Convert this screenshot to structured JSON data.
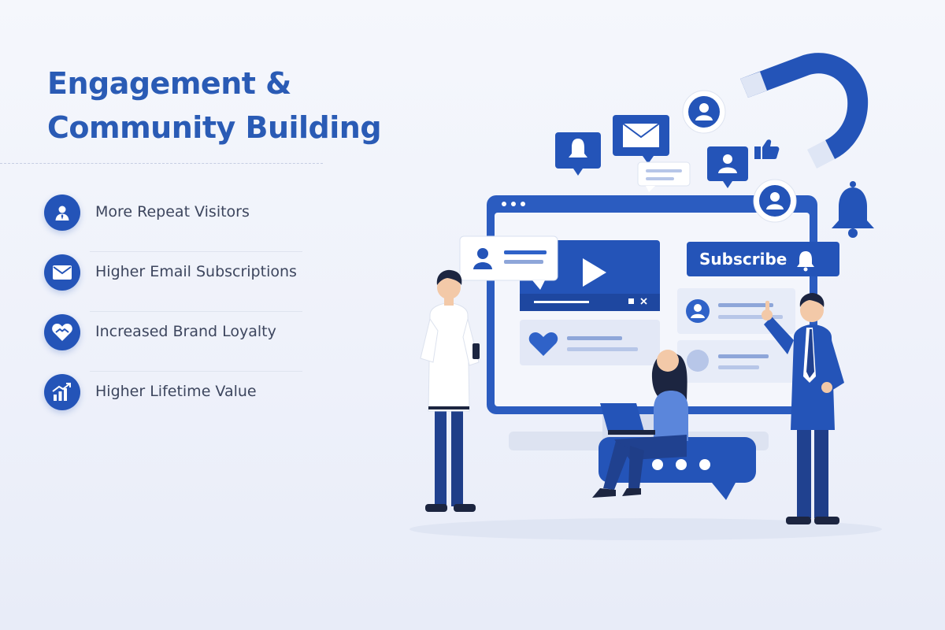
{
  "title": {
    "line1": "Engagement &",
    "line2": "Community Building"
  },
  "features": [
    {
      "label": "More Repeat Visitors",
      "icon": "user-icon"
    },
    {
      "label": "Higher Email Subscriptions",
      "icon": "envelope-icon"
    },
    {
      "label": "Increased Brand Loyalty",
      "icon": "heart-handshake-icon"
    },
    {
      "label": "Higher Lifetime Value",
      "icon": "growth-chart-icon"
    }
  ],
  "illustration": {
    "subscribe_label": "Subscribe"
  },
  "colors": {
    "primary": "#2454b8",
    "title": "#2a5bb5",
    "text": "#3d465e",
    "background": "#f3f5fb"
  }
}
